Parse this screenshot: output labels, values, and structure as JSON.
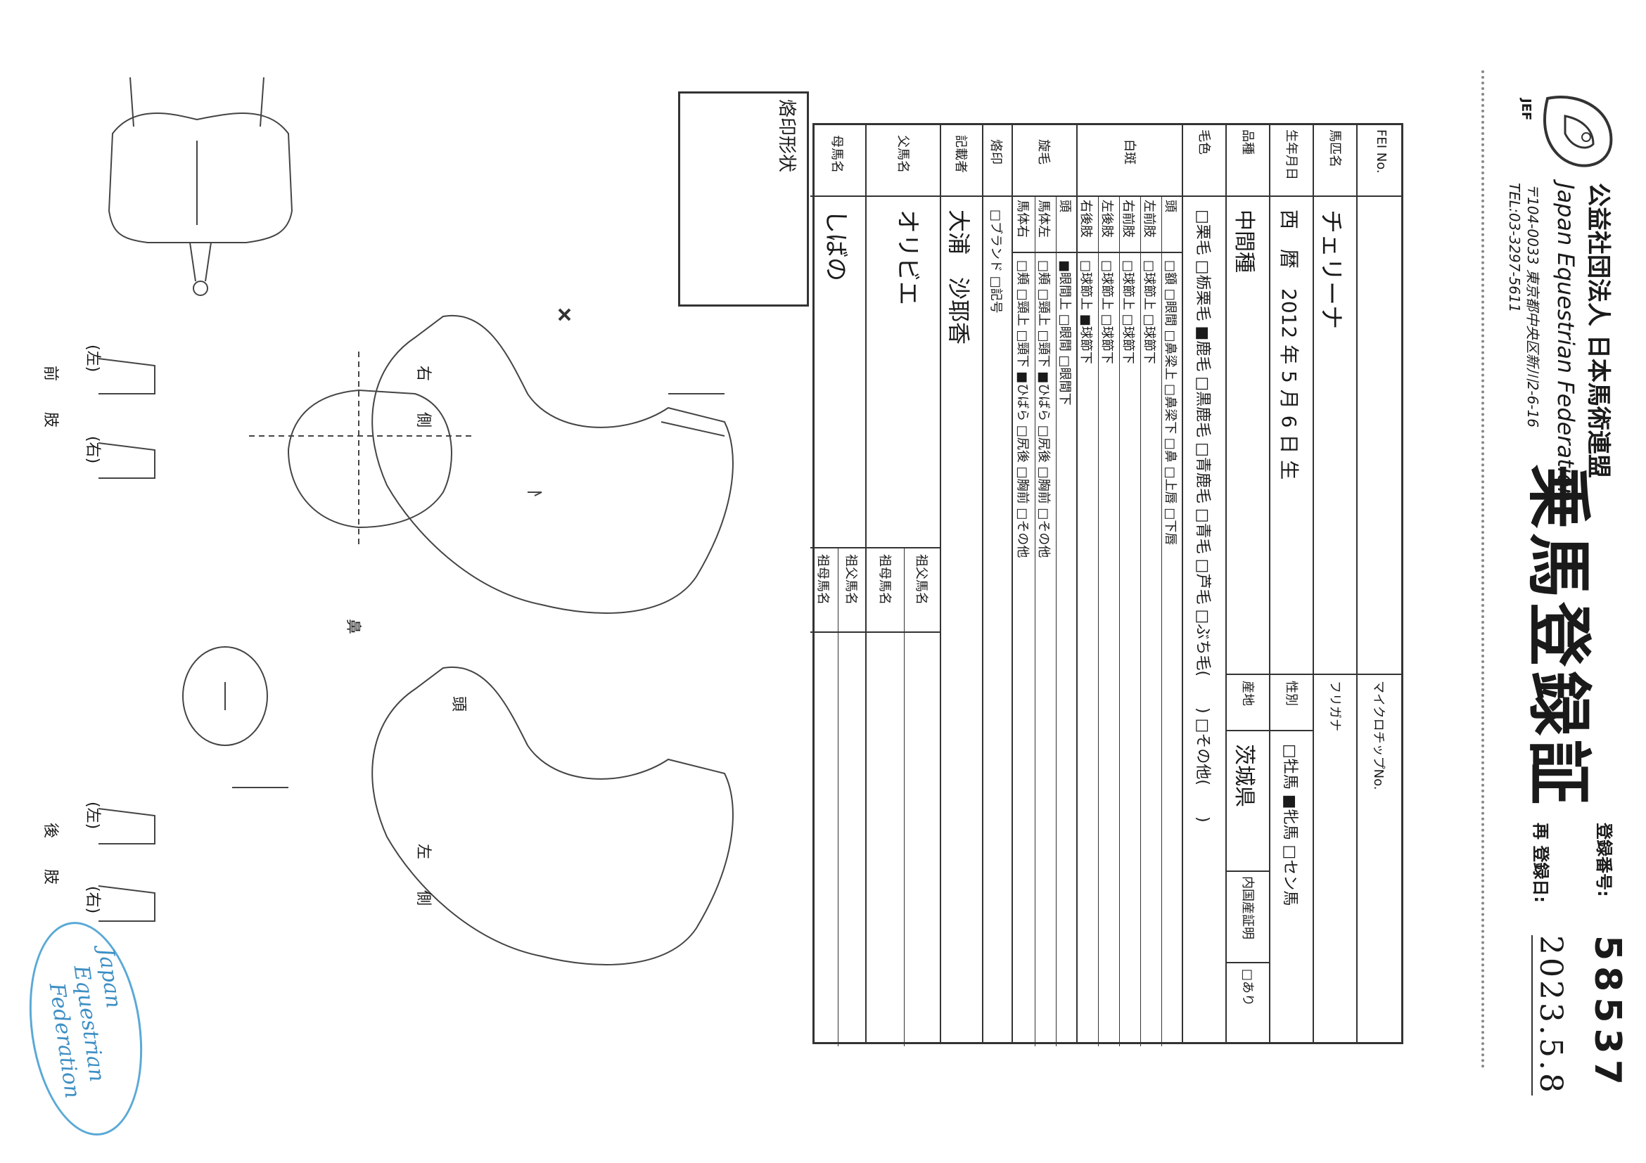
{
  "header": {
    "org_name_jp": "公益社団法人 日本馬術連盟",
    "org_name_en": "Japan Equestrian Federation",
    "address": "〒104-0033 東京都中央区新川2-6-16",
    "tel": "TEL:03-3297-5611",
    "logo_text": "JEF",
    "doc_title": "乗馬登録証",
    "reg_no_label": "登録番号:",
    "reg_no": "58537",
    "reg_date_label": "再 登録日:",
    "reg_date": "2023.5.8"
  },
  "form": {
    "rows": [
      {
        "label": "FEI No.",
        "value": "",
        "right_label": "マイクロチップNo.",
        "right_value": ""
      },
      {
        "label": "馬匹名",
        "value": "チェリーナ",
        "right_label": "フリガナ",
        "right_value": ""
      },
      {
        "label": "生年月日",
        "value": "西　暦　2012 年 5 月 6 日 生",
        "right_label": "性別",
        "right_value": "□牡馬 ■牝馬 □セン馬"
      },
      {
        "label": "品種",
        "value": "中間種",
        "right_label": "産地",
        "right_value": "茨城県",
        "extra_label": "内国産証明",
        "extra_value": "□あり"
      },
      {
        "label": "毛色",
        "value": "□栗毛 □栃栗毛 ■鹿毛 □黒鹿毛 □青鹿毛 □青毛 □芦毛 □ぶち毛(　　) □その他(　　)"
      }
    ],
    "white_label": "白斑",
    "white_rows": [
      {
        "sub": "頭",
        "value": "□額 □眼間 □鼻梁上 □鼻梁下 □鼻 □上唇 □下唇"
      },
      {
        "sub": "左前肢",
        "value": "□球節上 □球節下"
      },
      {
        "sub": "右前肢",
        "value": "□球節上 □球節下"
      },
      {
        "sub": "左後肢",
        "value": "□球節上 □球節下"
      },
      {
        "sub": "右後肢",
        "value": "□球節上 ■球節下"
      }
    ],
    "whorl_label": "旋毛",
    "whorl_rows": [
      {
        "sub": "頭",
        "value": "■眼間上 □眼間 □眼間下"
      },
      {
        "sub": "馬体左",
        "value": "□頬 □頸上 □頸下 ■ひばら □尻後 □胸前 □その他"
      },
      {
        "sub": "馬体右",
        "value": "□頬 □頸上 □頸下 ■ひばら □尻後 □胸前 □その他"
      }
    ],
    "brand_label": "烙印",
    "brand_value": "□ブランド □記号",
    "recorder_label": "記載者",
    "recorder_value": "大浦　沙耶香",
    "sire_label": "父馬名",
    "sire_value": "オリビエ",
    "dam_label": "母馬名",
    "dam_value": "しばの",
    "gsire1_label": "祖父馬名",
    "gdam1_label": "祖母馬名",
    "gsire2_label": "祖父馬名",
    "gdam2_label": "祖母馬名"
  },
  "diagram": {
    "brand_box_label": "烙印形状",
    "right_side": "右　　側",
    "left_side": "左　　側",
    "head": "頭",
    "nose": "鼻",
    "fore": "前　　肢",
    "hind": "後　　肢",
    "l": "(左)",
    "r": "(右)"
  },
  "stamp": {
    "line1": "Japan",
    "line2": "Equestrian",
    "line3": "Federation"
  }
}
